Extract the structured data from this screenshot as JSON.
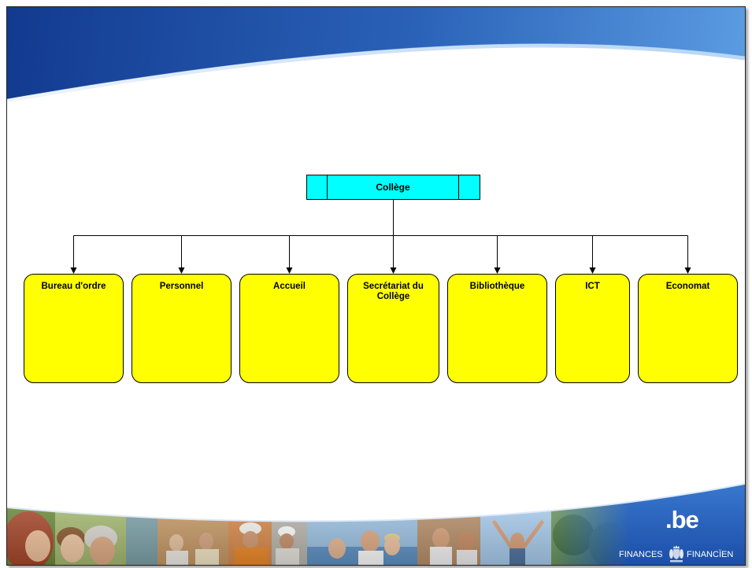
{
  "theme": {
    "header_dark": "#123a8f",
    "header_light": "#5b9ce2",
    "footer_blue_top": "#3a79cf",
    "footer_blue_bottom": "#1b4ea8"
  },
  "org_chart": {
    "root": {
      "label": "Collège"
    },
    "children": [
      {
        "label": "Bureau d'ordre"
      },
      {
        "label": "Personnel"
      },
      {
        "label": "Accueil"
      },
      {
        "label": "Secrétariat du Collège"
      },
      {
        "label": "Bibliothèque"
      },
      {
        "label": "ICT"
      },
      {
        "label": "Economat"
      }
    ],
    "colors": {
      "root_fill": "#00FFFF",
      "child_fill": "#FFFF00",
      "line": "#000000"
    }
  },
  "footer": {
    "logo_text": ".be",
    "label_left": "FINANCES",
    "label_right": "FINANCÏEN",
    "emblem_icon": "coat-of-arms-icon"
  }
}
